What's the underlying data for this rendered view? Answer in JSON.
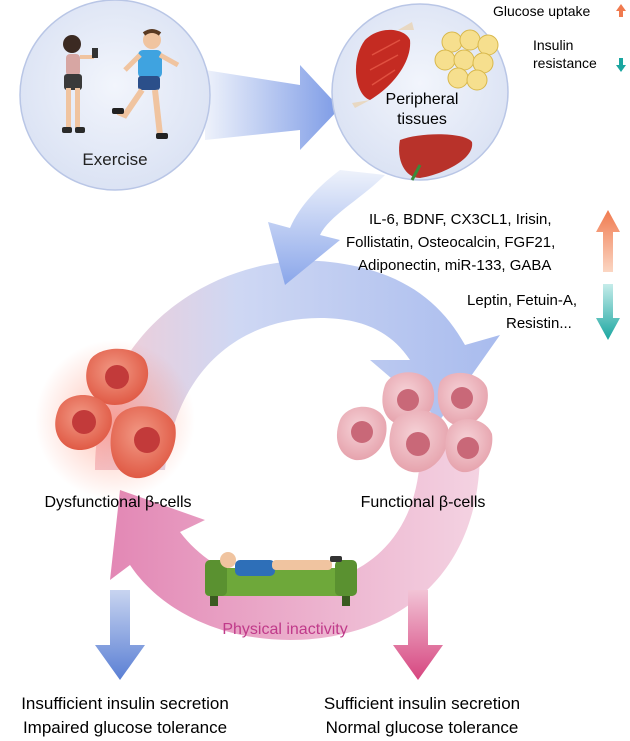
{
  "exercise": {
    "label": "Exercise"
  },
  "peripheral": {
    "label_line1": "Peripheral",
    "label_line2": "tissues"
  },
  "top_effects": {
    "glucose_uptake": "Glucose uptake",
    "insulin_line1": "Insulin",
    "insulin_line2": "resistance"
  },
  "factors_up": {
    "line1": "IL-6, BDNF, CX3CL1, Irisin,",
    "line2": "Follistatin, Osteocalcin, FGF21,",
    "line3": "Adiponectin, miR-133, GABA"
  },
  "factors_down": {
    "line1": "Leptin, Fetuin-A,",
    "line2": "Resistin..."
  },
  "cells": {
    "dysfunctional": "Dysfunctional β-cells",
    "functional": "Functional β-cells"
  },
  "inactivity": {
    "label": "Physical inactivity"
  },
  "outcomes": {
    "left_line1": "Insufficient insulin secretion",
    "left_line2": "Impaired glucose tolerance",
    "right_line1": "Sufficient insulin secretion",
    "right_line2": "Normal glucose tolerance"
  },
  "colors": {
    "up_arrow": "#f07a4f",
    "down_arrow": "#1aa6a0",
    "inactivity_text": "#c03a8a",
    "blue_arrow": "#5a7fd4",
    "pink_arrow": "#d6457f"
  }
}
